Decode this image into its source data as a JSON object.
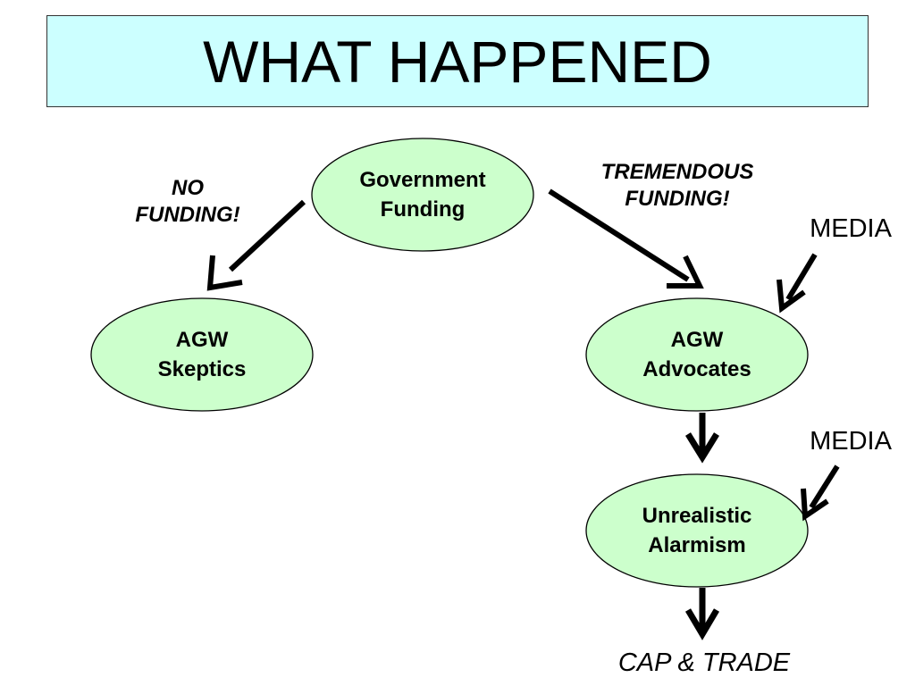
{
  "title": "WHAT HAPPENED",
  "nodes": {
    "government_funding": {
      "line1": "Government",
      "line2": "Funding"
    },
    "agw_skeptics": {
      "line1": "AGW",
      "line2": "Skeptics"
    },
    "agw_advocates": {
      "line1": "AGW",
      "line2": "Advocates"
    },
    "unrealistic_alarmism": {
      "line1": "Unrealistic",
      "line2": "Alarmism"
    }
  },
  "annotations": {
    "no_funding": {
      "line1": "NO",
      "line2": "FUNDING!"
    },
    "tremendous_funding": {
      "line1": "TREMENDOUS",
      "line2": "FUNDING!"
    },
    "media_1": "MEDIA",
    "media_2": "MEDIA",
    "cap_and_trade": "CAP & TRADE"
  },
  "colors": {
    "title_background": "#ccffff",
    "node_fill": "#ccffcc",
    "arrow": "#000000"
  }
}
